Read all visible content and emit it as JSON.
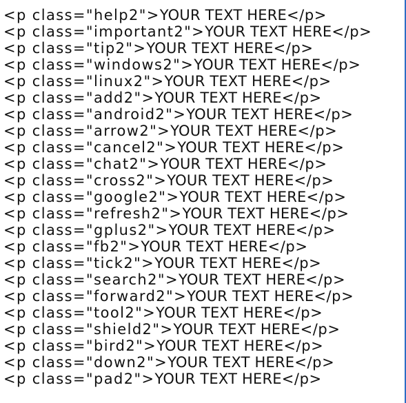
{
  "window": {
    "accent_left": "#5b8fd6",
    "accent_right": "#2b6cc4",
    "text_color": "#111111",
    "background": "#ffffff"
  },
  "lines": [
    {
      "open": "<p class=\"help2\">",
      "text": "YOUR TEXT HERE",
      "close": "</p>"
    },
    {
      "open": "<p class=\"important2\">",
      "text": "YOUR TEXT HERE",
      "close": "</p>"
    },
    {
      "open": "<p class=\"tip2\">",
      "text": "YOUR TEXT HERE",
      "close": "</p>"
    },
    {
      "open": "<p class=\"windows2\">",
      "text": "YOUR TEXT HERE",
      "close": "</p>"
    },
    {
      "open": "<p class=\"linux2\">",
      "text": "YOUR TEXT HERE",
      "close": "</p>"
    },
    {
      "open": "<p class=\"add2\">",
      "text": "YOUR TEXT HERE",
      "close": "</p>"
    },
    {
      "open": "<p class=\"android2\">",
      "text": "YOUR TEXT HERE",
      "close": "</p>"
    },
    {
      "open": "<p class=\"arrow2\">",
      "text": "YOUR TEXT HERE",
      "close": "</p>"
    },
    {
      "open": "<p class=\"cancel2\">",
      "text": "YOUR TEXT HERE",
      "close": "</p>"
    },
    {
      "open": "<p class=\"chat2\">",
      "text": "YOUR TEXT HERE",
      "close": "</p>"
    },
    {
      "open": "<p class=\"cross2\">",
      "text": "YOUR TEXT HERE",
      "close": "</p>"
    },
    {
      "open": "<p class=\"google2\">",
      "text": "YOUR TEXT HERE",
      "close": "</p>"
    },
    {
      "open": "<p class=\"refresh2\">",
      "text": "YOUR TEXT HERE",
      "close": "</p>"
    },
    {
      "open": "<p class=\"gplus2\">",
      "text": "YOUR TEXT HERE",
      "close": "</p>"
    },
    {
      "open": "<p class=\"fb2\">",
      "text": "YOUR TEXT HERE",
      "close": "</p>"
    },
    {
      "open": "<p class=\"tick2\">",
      "text": "YOUR TEXT HERE",
      "close": "</p>"
    },
    {
      "open": "<p class=\"search2\">",
      "text": "YOUR TEXT HERE",
      "close": "</p>"
    },
    {
      "open": "<p class=\"forward2\">",
      "text": "YOUR TEXT HERE",
      "close": "</p>"
    },
    {
      "open": "<p class=\"tool2\">",
      "text": "YOUR TEXT HERE",
      "close": "</p>"
    },
    {
      "open": "<p class=\"shield2\">",
      "text": "YOUR TEXT HERE",
      "close": "</p>"
    },
    {
      "open": "<p class=\"bird2\">",
      "text": "YOUR TEXT HERE",
      "close": "</p>"
    },
    {
      "open": "<p class=\"down2\">",
      "text": "YOUR TEXT HERE",
      "close": "</p>"
    },
    {
      "open": "<p class=\"pad2\">",
      "text": "YOUR TEXT HERE",
      "close": "</p>"
    }
  ]
}
